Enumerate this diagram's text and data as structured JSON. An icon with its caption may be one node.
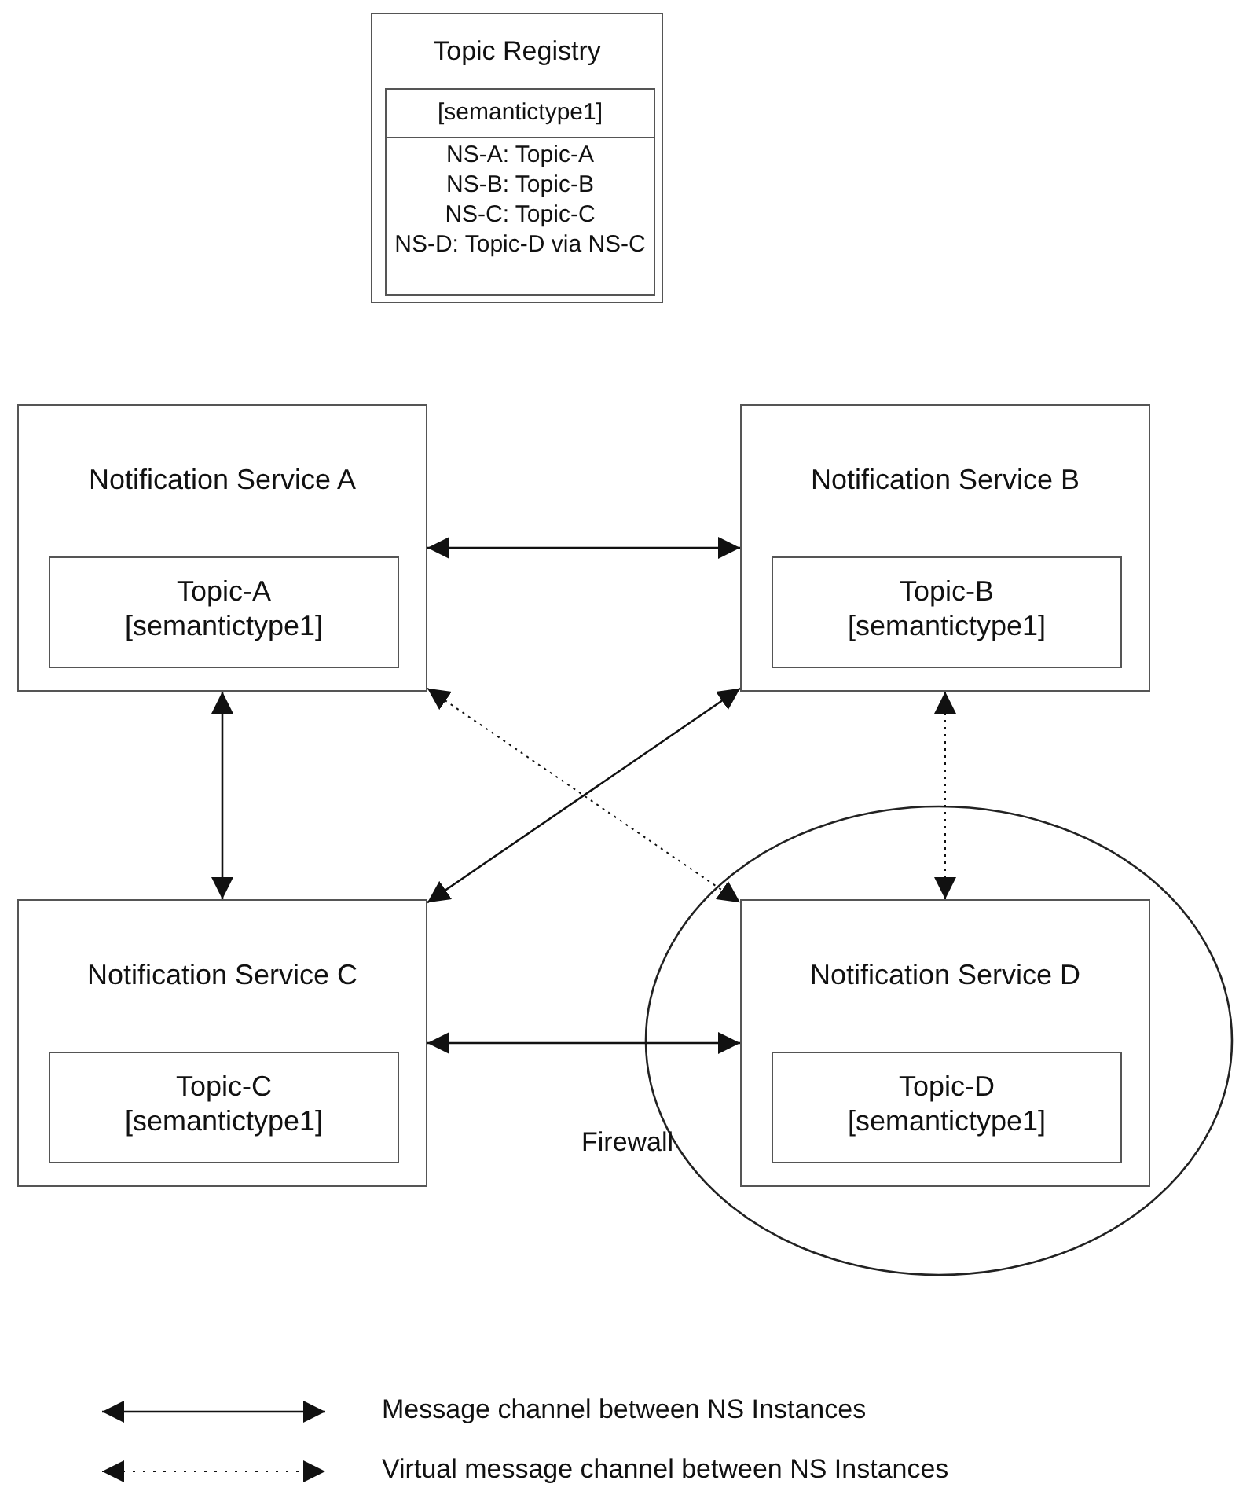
{
  "diagram": {
    "nodes": [
      {
        "text": [
          "Topic Registry"
        ]
      },
      {
        "text": [
          "[semantictype1]",
          "NS-A: Topic-A",
          "NS-B: Topic-B",
          "NS-C: Topic-C",
          "NS-D: Topic-D via NS-C"
        ],
        "in": 0
      },
      {
        "text": [
          "Notification Service A"
        ]
      },
      {
        "text": [
          "Topic-A",
          "[semantictype1]"
        ],
        "in": 2
      },
      {
        "text": [
          "Notification Service B"
        ]
      },
      {
        "text": [
          "Topic-B",
          "[semantictype1]"
        ],
        "in": 4
      },
      {
        "text": [
          "Notification Service C"
        ]
      },
      {
        "text": [
          "Topic-C",
          "[semantictype1]"
        ],
        "in": 6
      },
      {
        "text": [
          "Firewall"
        ]
      },
      {
        "text": [
          "Notification Service D"
        ],
        "in": 8
      },
      {
        "text": [
          "Topic-D",
          "[semantictype1]"
        ],
        "in": 9
      }
    ],
    "edges": [
      {
        "from": 2,
        "to": 4,
        "arrow": "both"
      },
      {
        "from": 2,
        "to": 6,
        "arrow": "both"
      },
      {
        "from": 4,
        "to": 6,
        "arrow": "both"
      },
      {
        "from": 2,
        "to": 9,
        "arrow": "both",
        "style": "dashed"
      },
      {
        "from": 4,
        "to": 9,
        "arrow": "both",
        "style": "dashed"
      },
      {
        "from": 6,
        "to": 9,
        "arrow": "both"
      }
    ],
    "legend": [
      {
        "text": "Message channel between NS Instances"
      },
      {
        "text": "Virtual message channel between NS Instances"
      }
    ]
  }
}
